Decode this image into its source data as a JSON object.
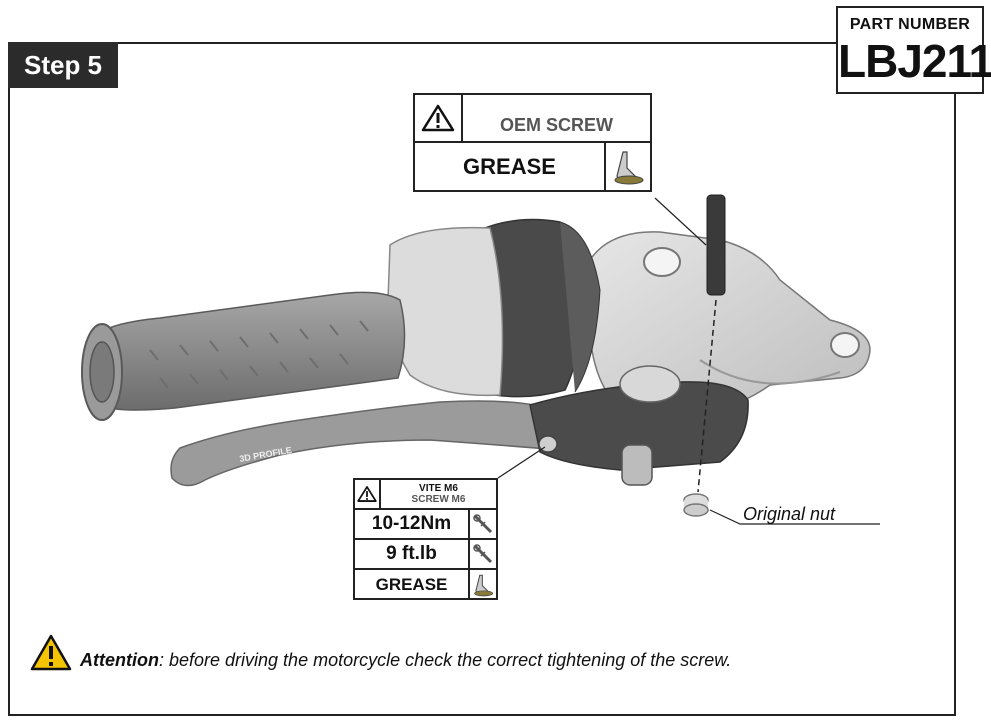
{
  "step": {
    "label": "Step 5"
  },
  "part": {
    "label": "PART NUMBER",
    "number": "LBJ211"
  },
  "oem_table": {
    "row1": "OEM SCREW",
    "row2": "GREASE"
  },
  "screw_table": {
    "title": "VITE M6",
    "subtitle": "SCREW M6",
    "torque_nm": "10-12Nm",
    "torque_ftlb": "9 ft.lb",
    "grease": "GREASE"
  },
  "nut": {
    "label": "Original nut"
  },
  "lever": {
    "print": "3D PROFILE"
  },
  "attention": {
    "bold": "Attention",
    "text": ": before driving the motorcycle check the correct tightening of the screw."
  },
  "colors": {
    "tab": "#2b2b2b",
    "warning": "#f5c400",
    "metal": "#8a8a8a"
  }
}
